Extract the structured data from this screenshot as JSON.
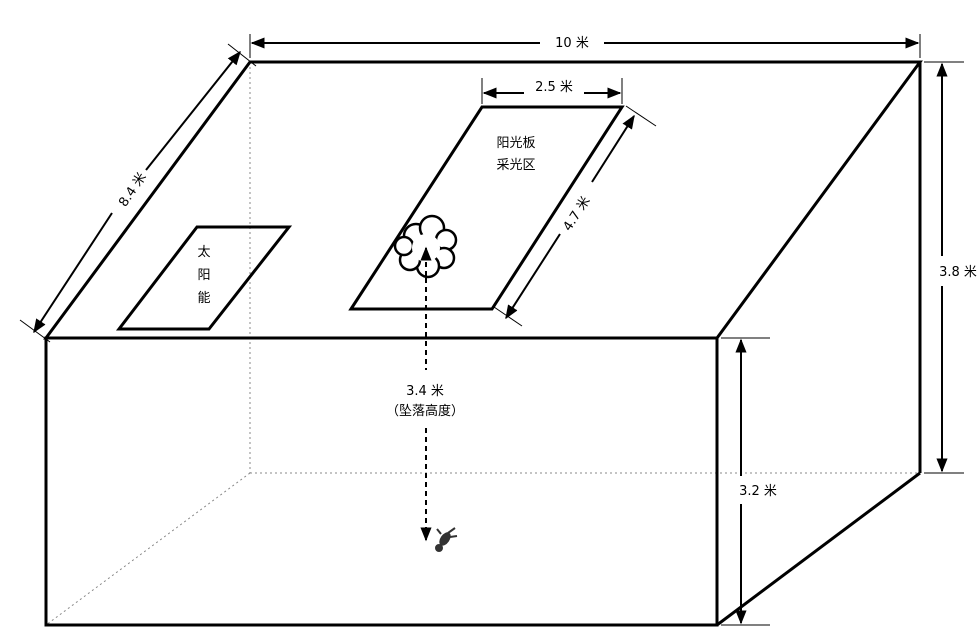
{
  "labels": {
    "width": "10 米",
    "depth": "8.4 米",
    "high_height": "3.8 米",
    "low_height": "3.2 米",
    "skylight_width": "2.5 米",
    "skylight_length": "4.7 米",
    "skylight_name_1": "阳光板",
    "skylight_name_2": "采光区",
    "solar_1": "太",
    "solar_2": "阳",
    "solar_3": "能",
    "fall_height": "3.4 米",
    "fall_height_note": "（坠落高度）"
  },
  "colors": {
    "line": "#000000",
    "hidden": "#888888",
    "background": "#ffffff"
  },
  "icons": {
    "impact": "impact-cloud-icon",
    "person": "fallen-person-icon"
  }
}
